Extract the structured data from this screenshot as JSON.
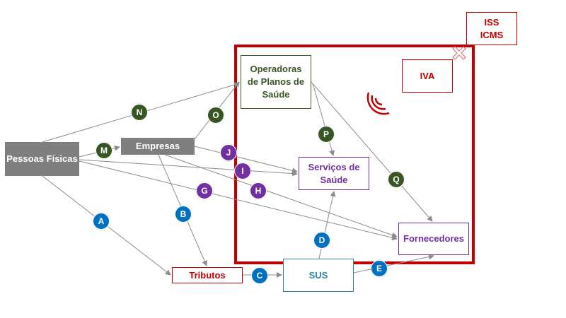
{
  "nodes": {
    "pessoas_fisicas": "Pessoas Físicas",
    "empresas": "Empresas",
    "operadoras": "Operadoras\nde Planos de\nSaúde",
    "servicos": "Serviços de\nSaúde",
    "fornecedores": "Fornecedores",
    "sus": "SUS",
    "tributos": "Tributos",
    "iva": "IVA",
    "iss_icms": "ISS\nICMS"
  },
  "edge_labels": {
    "A": "A",
    "B": "B",
    "C": "C",
    "D": "D",
    "E": "E",
    "G": "G",
    "H": "H",
    "I": "I",
    "J": "J",
    "M": "M",
    "N": "N",
    "O": "O",
    "P": "P",
    "Q": "Q"
  },
  "colors": {
    "green": "#375623",
    "purple": "#7030a0",
    "blue": "#0070c0",
    "red_frame": "#c00000",
    "gray_node": "#7f7f7f",
    "arrow": "#8c8c8c"
  },
  "icons": [
    "close-x-icon",
    "wireless-signal-icon"
  ]
}
